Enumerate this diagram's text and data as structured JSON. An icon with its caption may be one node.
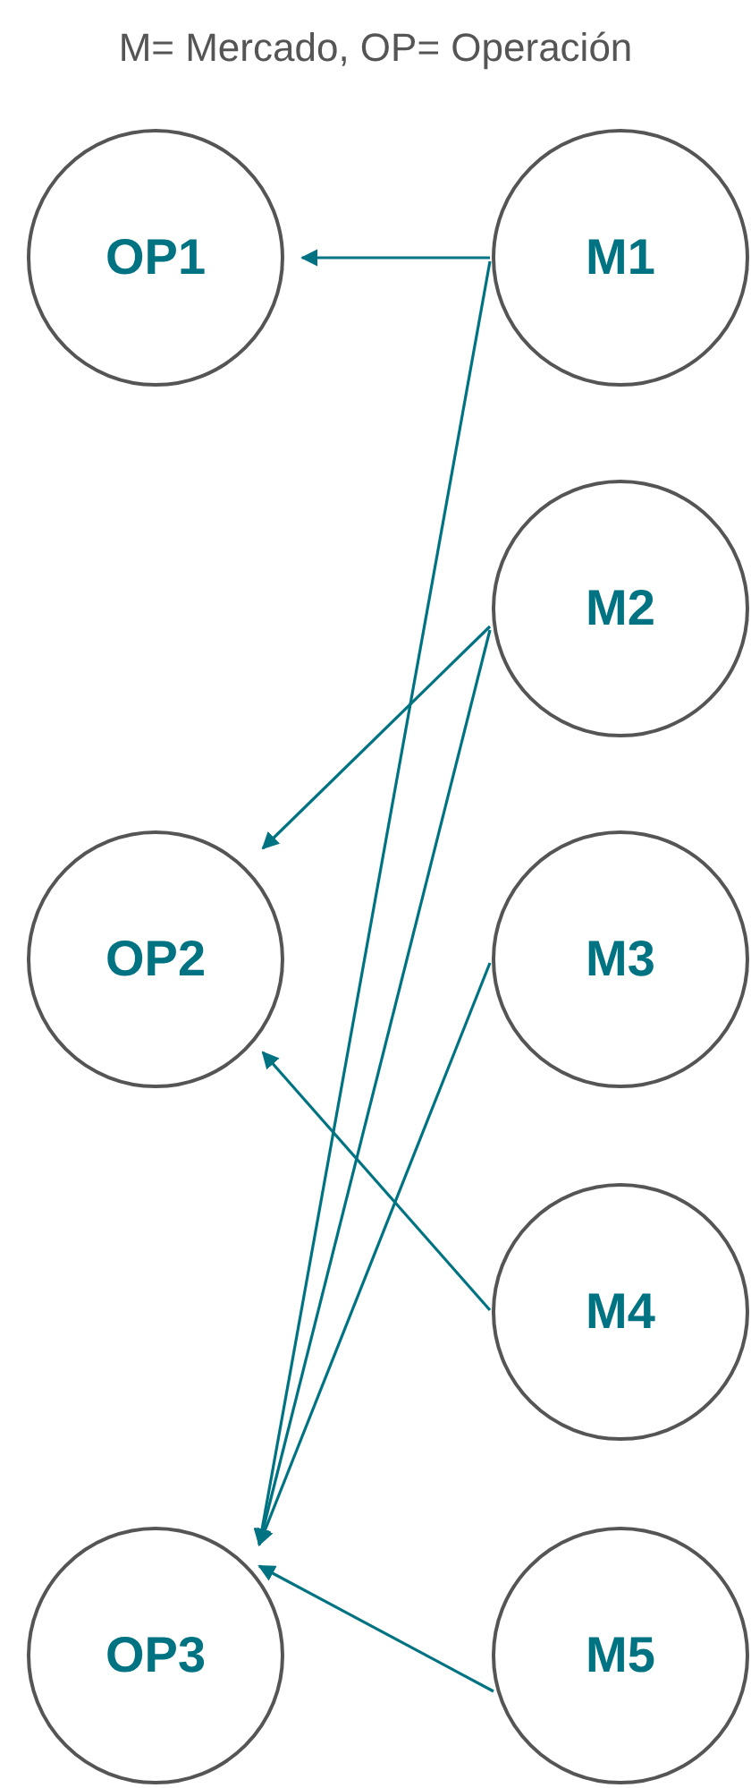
{
  "diagram": {
    "title": "M= Mercado, OP= Operación",
    "nodes": [
      {
        "text": [
          "OP1"
        ]
      },
      {
        "text": [
          "M1"
        ]
      },
      {
        "text": [
          "M2"
        ]
      },
      {
        "text": [
          "OP2"
        ]
      },
      {
        "text": [
          "M3"
        ]
      },
      {
        "text": [
          "M4"
        ]
      },
      {
        "text": [
          "OP3"
        ]
      },
      {
        "text": [
          "M5"
        ]
      }
    ],
    "edges": [
      {
        "from": 1,
        "to": 0,
        "arrow": "to"
      },
      {
        "from": 1,
        "to": 6,
        "arrow": "to"
      },
      {
        "from": 2,
        "to": 3,
        "arrow": "to"
      },
      {
        "from": 2,
        "to": 6,
        "arrow": "to"
      },
      {
        "from": 4,
        "to": 6,
        "arrow": "to"
      },
      {
        "from": 5,
        "to": 3,
        "arrow": "to"
      },
      {
        "from": 7,
        "to": 6,
        "arrow": "to"
      }
    ]
  }
}
